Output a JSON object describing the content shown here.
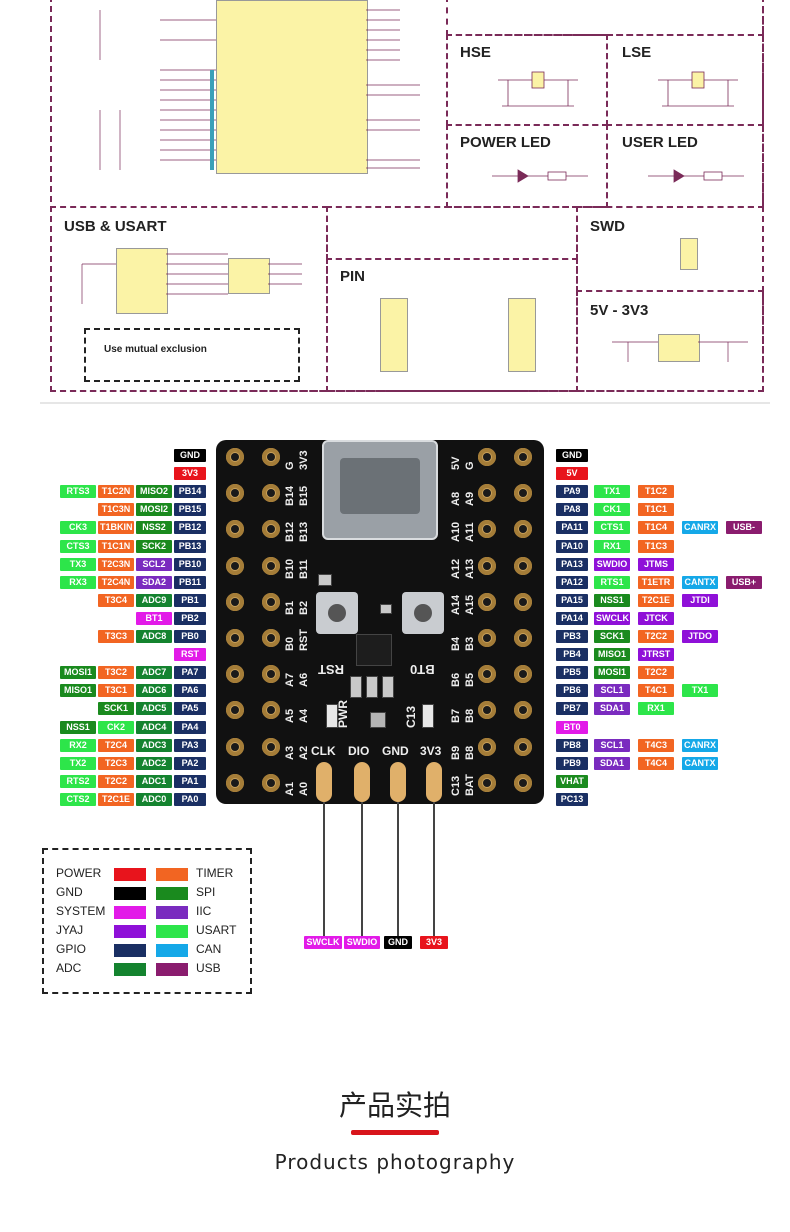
{
  "schematic": {
    "panels": [
      {
        "title": "HSE"
      },
      {
        "title": "LSE"
      },
      {
        "title": "POWER LED"
      },
      {
        "title": "USER LED"
      },
      {
        "title": "USB & USART"
      },
      {
        "title": "PIN"
      },
      {
        "title": "SWD"
      },
      {
        "title": "5V - 3V3"
      }
    ],
    "mutual_exclusion_note": "Use mutual exclusion"
  },
  "pinout": {
    "left_pins": [
      {
        "pin": "GND",
        "type": "GND",
        "funcs": []
      },
      {
        "pin": "3V3",
        "type": "POWER",
        "funcs": []
      },
      {
        "pin": "PB14",
        "type": "GPIO",
        "funcs": [
          {
            "t": "RTS3",
            "c": "USART"
          },
          {
            "t": "T1C2N",
            "c": "TIMER"
          },
          {
            "t": "MISO2",
            "c": "SPI"
          }
        ]
      },
      {
        "pin": "PB15",
        "type": "GPIO",
        "funcs": [
          {
            "t": "T1C3N",
            "c": "TIMER"
          },
          {
            "t": "MOSI2",
            "c": "SPI"
          }
        ]
      },
      {
        "pin": "PB12",
        "type": "GPIO",
        "funcs": [
          {
            "t": "CK3",
            "c": "USART"
          },
          {
            "t": "T1BKIN",
            "c": "TIMER"
          },
          {
            "t": "NSS2",
            "c": "SPI"
          }
        ]
      },
      {
        "pin": "PB13",
        "type": "GPIO",
        "funcs": [
          {
            "t": "CTS3",
            "c": "USART"
          },
          {
            "t": "T1C1N",
            "c": "TIMER"
          },
          {
            "t": "SCK2",
            "c": "SPI"
          }
        ]
      },
      {
        "pin": "PB10",
        "type": "GPIO",
        "funcs": [
          {
            "t": "TX3",
            "c": "USART"
          },
          {
            "t": "T2C3N",
            "c": "TIMER"
          },
          {
            "t": "SCL2",
            "c": "IIC"
          }
        ]
      },
      {
        "pin": "PB11",
        "type": "GPIO",
        "funcs": [
          {
            "t": "RX3",
            "c": "USART"
          },
          {
            "t": "T2C4N",
            "c": "TIMER"
          },
          {
            "t": "SDA2",
            "c": "IIC"
          }
        ]
      },
      {
        "pin": "PB1",
        "type": "GPIO",
        "funcs": [
          {
            "t": "T3C4",
            "c": "TIMER"
          },
          {
            "t": "ADC9",
            "c": "ADC"
          }
        ]
      },
      {
        "pin": "PB2",
        "type": "GPIO",
        "funcs": [
          {
            "t": "BT1",
            "c": "SYSTEM"
          }
        ]
      },
      {
        "pin": "PB0",
        "type": "GPIO",
        "funcs": [
          {
            "t": "T3C3",
            "c": "TIMER"
          },
          {
            "t": "ADC8",
            "c": "ADC"
          }
        ]
      },
      {
        "pin": "RST",
        "type": "SYSTEM",
        "funcs": []
      },
      {
        "pin": "PA7",
        "type": "GPIO",
        "funcs": [
          {
            "t": "MOSI1",
            "c": "SPI"
          },
          {
            "t": "T3C2",
            "c": "TIMER"
          },
          {
            "t": "ADC7",
            "c": "ADC"
          }
        ]
      },
      {
        "pin": "PA6",
        "type": "GPIO",
        "funcs": [
          {
            "t": "MISO1",
            "c": "SPI"
          },
          {
            "t": "T3C1",
            "c": "TIMER"
          },
          {
            "t": "ADC6",
            "c": "ADC"
          }
        ]
      },
      {
        "pin": "PA5",
        "type": "GPIO",
        "funcs": [
          {
            "t": "SCK1",
            "c": "SPI"
          },
          {
            "t": "ADC5",
            "c": "ADC"
          }
        ]
      },
      {
        "pin": "PA4",
        "type": "GPIO",
        "funcs": [
          {
            "t": "NSS1",
            "c": "SPI"
          },
          {
            "t": "CK2",
            "c": "USART"
          },
          {
            "t": "ADC4",
            "c": "ADC"
          }
        ]
      },
      {
        "pin": "PA3",
        "type": "GPIO",
        "funcs": [
          {
            "t": "RX2",
            "c": "USART"
          },
          {
            "t": "T2C4",
            "c": "TIMER"
          },
          {
            "t": "ADC3",
            "c": "ADC"
          }
        ]
      },
      {
        "pin": "PA2",
        "type": "GPIO",
        "funcs": [
          {
            "t": "TX2",
            "c": "USART"
          },
          {
            "t": "T2C3",
            "c": "TIMER"
          },
          {
            "t": "ADC2",
            "c": "ADC"
          }
        ]
      },
      {
        "pin": "PA1",
        "type": "GPIO",
        "funcs": [
          {
            "t": "RTS2",
            "c": "USART"
          },
          {
            "t": "T2C2",
            "c": "TIMER"
          },
          {
            "t": "ADC1",
            "c": "ADC"
          }
        ]
      },
      {
        "pin": "PA0",
        "type": "GPIO",
        "funcs": [
          {
            "t": "CTS2",
            "c": "USART"
          },
          {
            "t": "T2C1E",
            "c": "TIMER"
          },
          {
            "t": "ADC0",
            "c": "ADC"
          }
        ]
      }
    ],
    "right_pins": [
      {
        "pin": "GND",
        "type": "GND",
        "funcs": []
      },
      {
        "pin": "5V",
        "type": "POWER",
        "funcs": []
      },
      {
        "pin": "PA9",
        "type": "GPIO",
        "funcs": [
          {
            "t": "TX1",
            "c": "USART"
          },
          {
            "t": "T1C2",
            "c": "TIMER"
          }
        ]
      },
      {
        "pin": "PA8",
        "type": "GPIO",
        "funcs": [
          {
            "t": "CK1",
            "c": "USART"
          },
          {
            "t": "T1C1",
            "c": "TIMER"
          }
        ]
      },
      {
        "pin": "PA11",
        "type": "GPIO",
        "funcs": [
          {
            "t": "CTS1",
            "c": "USART"
          },
          {
            "t": "T1C4",
            "c": "TIMER"
          },
          {
            "t": "CANRX",
            "c": "CAN"
          },
          {
            "t": "USB-",
            "c": "USB"
          }
        ]
      },
      {
        "pin": "PA10",
        "type": "GPIO",
        "funcs": [
          {
            "t": "RX1",
            "c": "USART"
          },
          {
            "t": "T1C3",
            "c": "TIMER"
          }
        ]
      },
      {
        "pin": "PA13",
        "type": "GPIO",
        "funcs": [
          {
            "t": "SWDIO",
            "c": "JYAJ"
          },
          {
            "t": "JTMS",
            "c": "JYAJ"
          }
        ]
      },
      {
        "pin": "PA12",
        "type": "GPIO",
        "funcs": [
          {
            "t": "RTS1",
            "c": "USART"
          },
          {
            "t": "T1ETR",
            "c": "TIMER"
          },
          {
            "t": "CANTX",
            "c": "CAN"
          },
          {
            "t": "USB+",
            "c": "USB"
          }
        ]
      },
      {
        "pin": "PA15",
        "type": "GPIO",
        "funcs": [
          {
            "t": "NSS1",
            "c": "SPI"
          },
          {
            "t": "T2C1E",
            "c": "TIMER"
          },
          {
            "t": "JTDI",
            "c": "JYAJ"
          }
        ]
      },
      {
        "pin": "PA14",
        "type": "GPIO",
        "funcs": [
          {
            "t": "SWCLK",
            "c": "JYAJ"
          },
          {
            "t": "JTCK",
            "c": "JYAJ"
          }
        ]
      },
      {
        "pin": "PB3",
        "type": "GPIO",
        "funcs": [
          {
            "t": "SCK1",
            "c": "SPI"
          },
          {
            "t": "T2C2",
            "c": "TIMER"
          },
          {
            "t": "JTDO",
            "c": "JYAJ"
          }
        ]
      },
      {
        "pin": "PB4",
        "type": "GPIO",
        "funcs": [
          {
            "t": "MISO1",
            "c": "SPI"
          },
          {
            "t": "JTRST",
            "c": "JYAJ"
          }
        ]
      },
      {
        "pin": "PB5",
        "type": "GPIO",
        "funcs": [
          {
            "t": "MOSI1",
            "c": "SPI"
          },
          {
            "t": "T2C2",
            "c": "TIMER"
          }
        ]
      },
      {
        "pin": "PB6",
        "type": "GPIO",
        "funcs": [
          {
            "t": "SCL1",
            "c": "IIC"
          },
          {
            "t": "T4C1",
            "c": "TIMER"
          },
          {
            "t": "TX1",
            "c": "USART"
          }
        ]
      },
      {
        "pin": "PB7",
        "type": "GPIO",
        "funcs": [
          {
            "t": "SDA1",
            "c": "IIC"
          },
          {
            "t": "RX1",
            "c": "USART"
          }
        ]
      },
      {
        "pin": "BT0",
        "type": "SYSTEM",
        "funcs": []
      },
      {
        "pin": "PB8",
        "type": "GPIO",
        "funcs": [
          {
            "t": "SCL1",
            "c": "IIC"
          },
          {
            "t": "T4C3",
            "c": "TIMER"
          },
          {
            "t": "CANRX",
            "c": "CAN"
          }
        ]
      },
      {
        "pin": "PB9",
        "type": "GPIO",
        "funcs": [
          {
            "t": "SDA1",
            "c": "IIC"
          },
          {
            "t": "T4C4",
            "c": "TIMER"
          },
          {
            "t": "CANTX",
            "c": "CAN"
          }
        ]
      },
      {
        "pin": "VHAT",
        "type": "SPI",
        "funcs": []
      },
      {
        "pin": "PC13",
        "type": "GPIO",
        "funcs": []
      }
    ],
    "board_left_labels": [
      "G",
      "3V3",
      "B14",
      "B15",
      "B12",
      "B13",
      "B10",
      "B11",
      "B1",
      "B2",
      "B0",
      "RST",
      "A7",
      "A6",
      "A5",
      "A4",
      "A3",
      "A2",
      "A1",
      "A0"
    ],
    "board_right_labels": [
      "5V",
      "G",
      "A8",
      "A9",
      "A10",
      "A11",
      "A12",
      "A13",
      "A14",
      "A15",
      "B4",
      "B3",
      "B6",
      "B5",
      "B7",
      "B8",
      "B9",
      "B8",
      "C13",
      "BAT"
    ],
    "board_silk": {
      "rst": "RST",
      "bt0": "BT0",
      "pwr": "PWR",
      "c13": "C13",
      "clk": "CLK",
      "dio": "DIO",
      "gnd": "GND",
      "v33": "3V3"
    },
    "swd_labels": [
      {
        "t": "SWCLK",
        "c": "SYSTEM"
      },
      {
        "t": "SWDIO",
        "c": "SYSTEM"
      },
      {
        "t": "GND",
        "c": "GND"
      },
      {
        "t": "3V3",
        "c": "POWER"
      }
    ]
  },
  "legend": {
    "left": [
      {
        "label": "POWER",
        "color": "#e8141c"
      },
      {
        "label": "GND",
        "color": "#000000"
      },
      {
        "label": "SYSTEM",
        "color": "#e21ae8"
      },
      {
        "label": "JYAJ",
        "color": "#8f10d8"
      },
      {
        "label": "GPIO",
        "color": "#1a2f63"
      },
      {
        "label": "ADC",
        "color": "#14832f"
      }
    ],
    "right": [
      {
        "label": "TIMER",
        "color": "#f26522"
      },
      {
        "label": "SPI",
        "color": "#1a8a1e"
      },
      {
        "label": "IIC",
        "color": "#7a2bbf"
      },
      {
        "label": "USART",
        "color": "#2de54a"
      },
      {
        "label": "CAN",
        "color": "#15a8e8"
      },
      {
        "label": "USB",
        "color": "#8a1c6e"
      }
    ]
  },
  "footer": {
    "title_cn": "产品实拍",
    "title_en": "Products photography"
  }
}
